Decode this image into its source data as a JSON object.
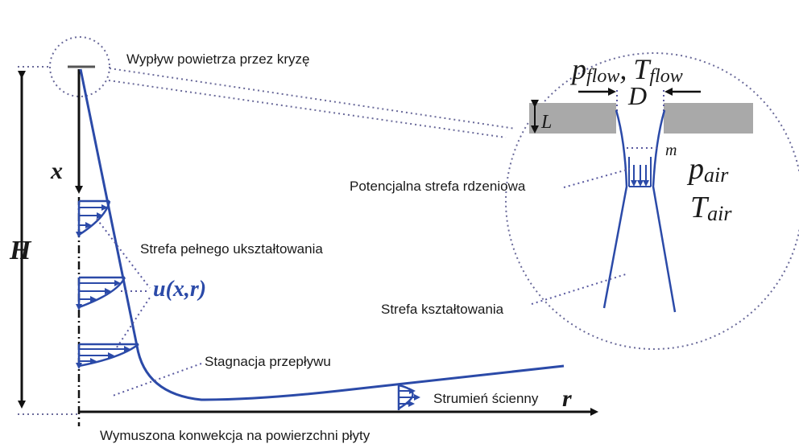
{
  "labels": {
    "orifice_outflow": "Wypływ powietrza przez kryzę",
    "potential_core": "Potencjalna strefa rdzeniowa",
    "fully_developed": "Strefa pełnego ukształtowania",
    "developing": "Strefa kształtowania",
    "stagnation": "Stagnacja przepływu",
    "wall_jet": "Strumień ścienny",
    "forced_convection": "Wymuszona konwekcja na powierzchni płyty"
  },
  "symbols": {
    "H": "H",
    "x": "x",
    "r": "r",
    "u_main": "u(x,r)",
    "D": "D",
    "L": "L",
    "m": "m",
    "p_flow_base": "p",
    "p_flow_sub": "flow",
    "comma": ",",
    "T_flow_base": "T",
    "T_flow_sub": "flow",
    "p_air_base": "p",
    "p_air_sub": "air",
    "T_air_base": "T",
    "T_air_sub": "air"
  },
  "colors": {
    "jet_blue": "#2b4aa8",
    "plate_gray": "#a9a9a9",
    "leader_dots": "#5a5aa0"
  }
}
